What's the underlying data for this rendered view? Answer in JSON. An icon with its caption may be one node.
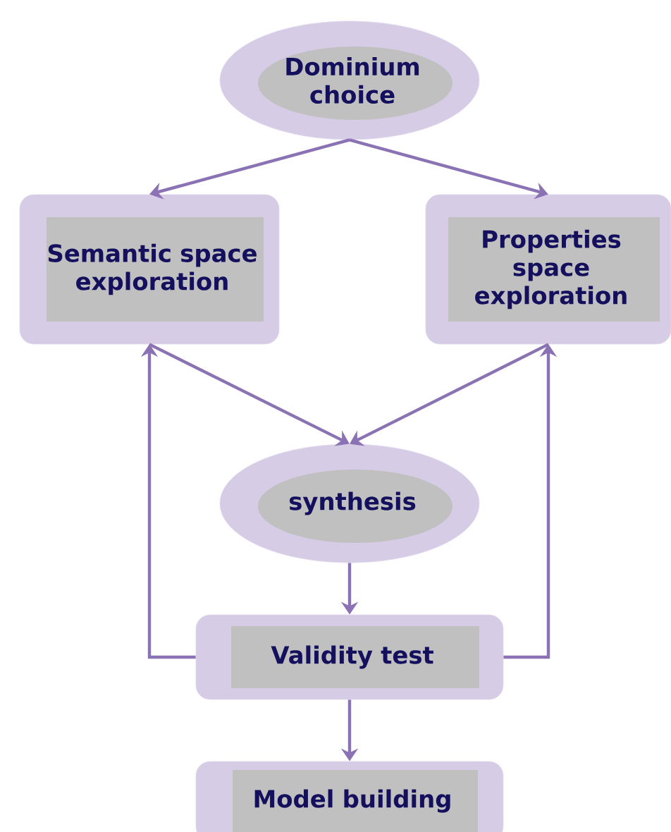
{
  "diagram": {
    "nodes": [
      {
        "text": [
          "Dominium choice"
        ]
      },
      {
        "text": [
          "Semantic space exploration"
        ]
      },
      {
        "text": [
          "Properties space exploration"
        ]
      },
      {
        "text": [
          "synthesis"
        ]
      },
      {
        "text": [
          "Validity test"
        ]
      },
      {
        "text": [
          "Model building"
        ]
      }
    ],
    "edges": [
      {
        "from": 0,
        "to": 1,
        "arrow": "to"
      },
      {
        "from": 0,
        "to": 2,
        "arrow": "to"
      },
      {
        "from": 1,
        "to": 3,
        "arrow": "to"
      },
      {
        "from": 2,
        "to": 3,
        "arrow": "to"
      },
      {
        "from": 3,
        "to": 4,
        "arrow": "to"
      },
      {
        "from": 4,
        "to": 1,
        "arrow": "to"
      },
      {
        "from": 4,
        "to": 2,
        "arrow": "to"
      },
      {
        "from": 4,
        "to": 5,
        "arrow": "to"
      }
    ]
  }
}
